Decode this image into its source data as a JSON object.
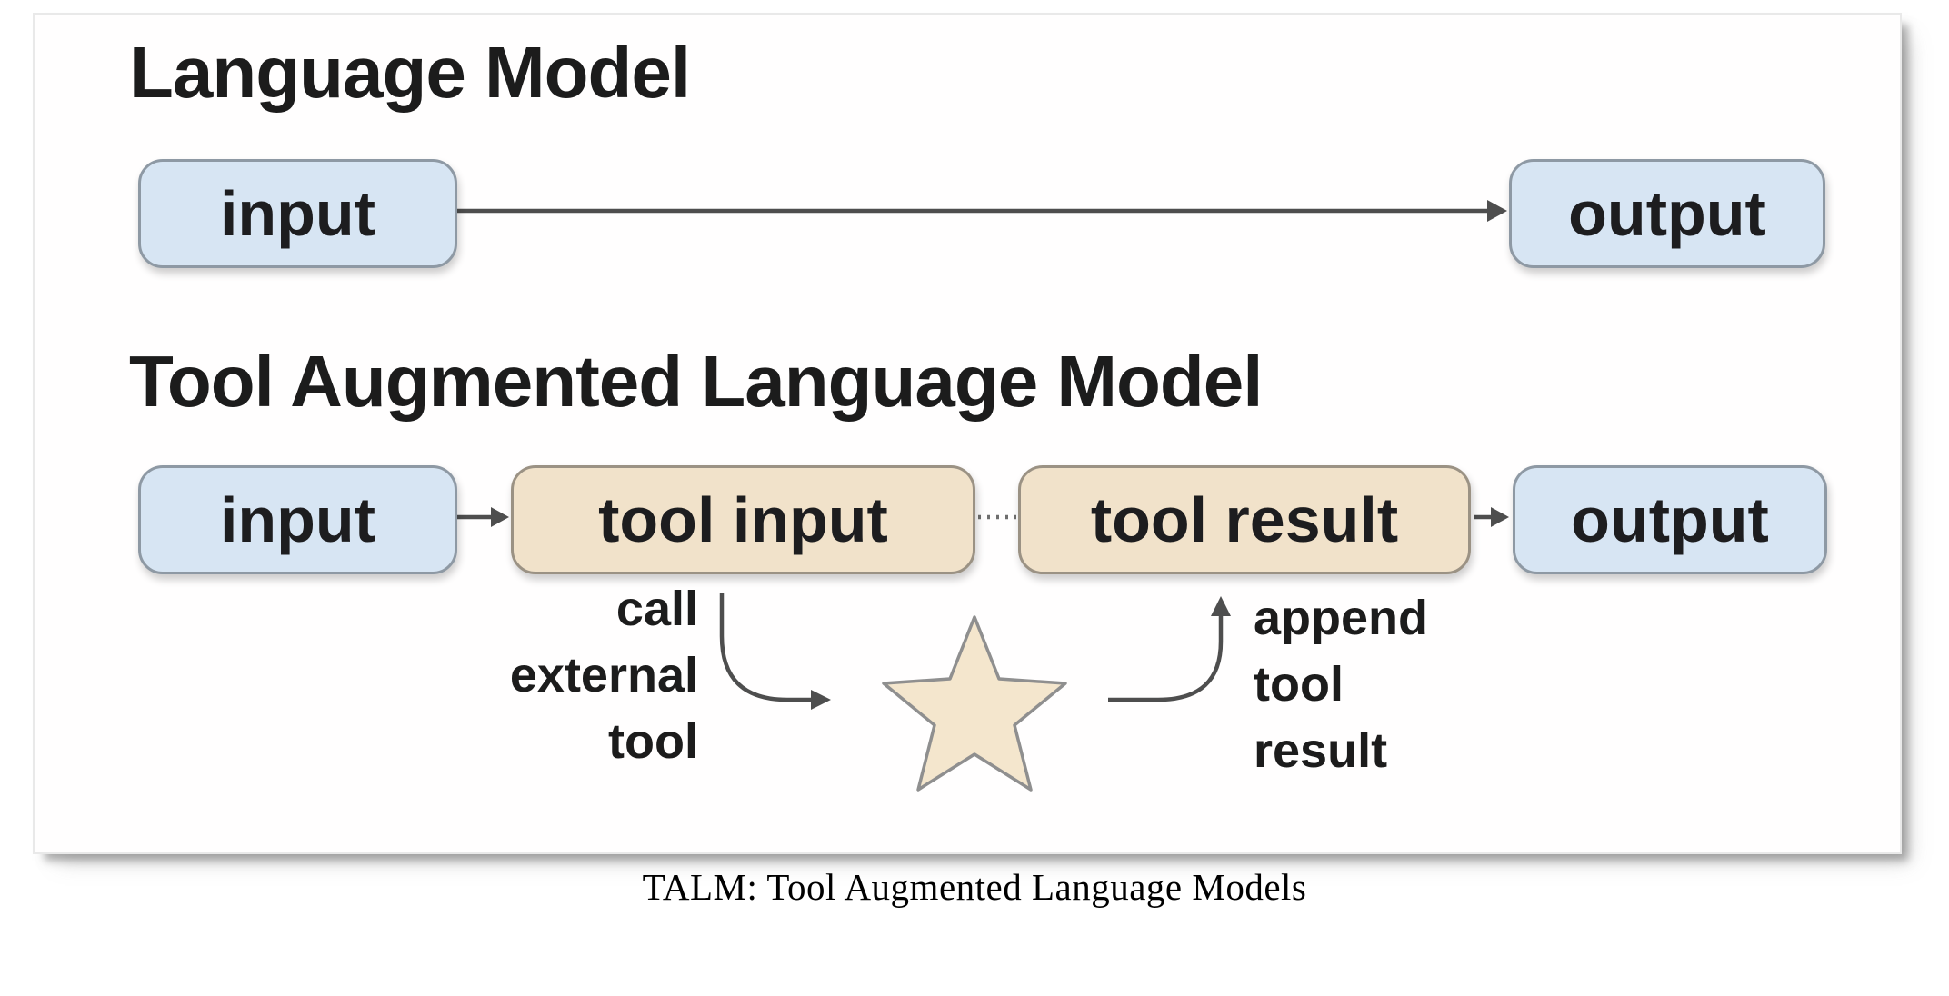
{
  "diagram": {
    "section1": {
      "title": "Language Model",
      "input_label": "input",
      "output_label": "output"
    },
    "section2": {
      "title": "Tool Augmented Language Model",
      "input_label": "input",
      "tool_input_label": "tool input",
      "tool_result_label": "tool result",
      "output_label": "output",
      "call_note": {
        "lines": [
          "call",
          "external",
          "tool"
        ]
      },
      "append_note": {
        "lines": [
          "append",
          "tool",
          "result"
        ]
      },
      "star_icon": "five-pointed-star"
    },
    "caption": "TALM: Tool Augmented Language Models",
    "colors": {
      "io_box_fill": "#d7e5f3",
      "io_box_border": "#8e99a4",
      "tool_box_fill": "#f1e2ca",
      "tool_box_border": "#9b9284",
      "star_fill": "#f4e6cd",
      "star_border": "#8f8f8f",
      "arrow": "#4e4e4e",
      "text": "#1c1c1c"
    }
  }
}
